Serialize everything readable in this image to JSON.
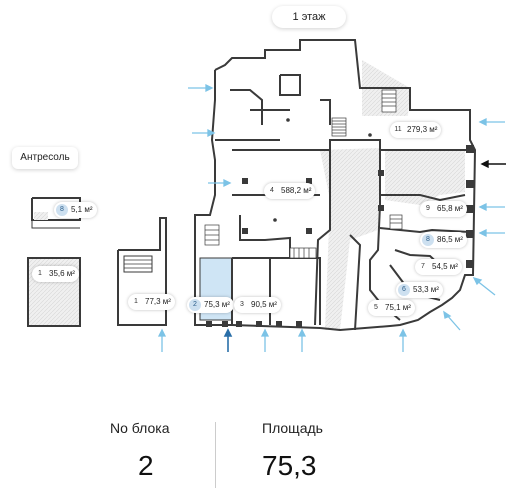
{
  "floor_label": "1 этаж",
  "mezzanine_label": "Антресоль",
  "colors": {
    "wall": "#3a3a3a",
    "selected_fill": "#cfe5f5",
    "hatch": "#e6e6e6",
    "arrow_blue": "#7cc3e6",
    "arrow_active": "#2a6fa8",
    "arrow_black": "#111111"
  },
  "blocks": [
    {
      "num": "11",
      "area": "279,3 м²",
      "highlight": false
    },
    {
      "num": "4",
      "area": "588,2 м²",
      "highlight": false
    },
    {
      "num": "9",
      "area": "65,8 м²",
      "highlight": false
    },
    {
      "num": "8",
      "area": "86,5 м²",
      "highlight": true
    },
    {
      "num": "7",
      "area": "54,5 м²",
      "highlight": false
    },
    {
      "num": "6",
      "area": "53,3 м²",
      "highlight": true
    },
    {
      "num": "5",
      "area": "75,1 м²",
      "highlight": false
    },
    {
      "num": "2",
      "area": "75,3 м²",
      "highlight": true
    },
    {
      "num": "3",
      "area": "90,5 м²",
      "highlight": false
    },
    {
      "num": "1",
      "area": "77,3 м²",
      "highlight": false
    },
    {
      "num": "8",
      "area": "5,1 м²",
      "highlight": true
    },
    {
      "num": "1",
      "area": "35,6 м²",
      "highlight": false
    }
  ],
  "info": {
    "block_header": "No блока",
    "block_value": "2",
    "area_header": "Площадь",
    "area_value": "75,3"
  }
}
